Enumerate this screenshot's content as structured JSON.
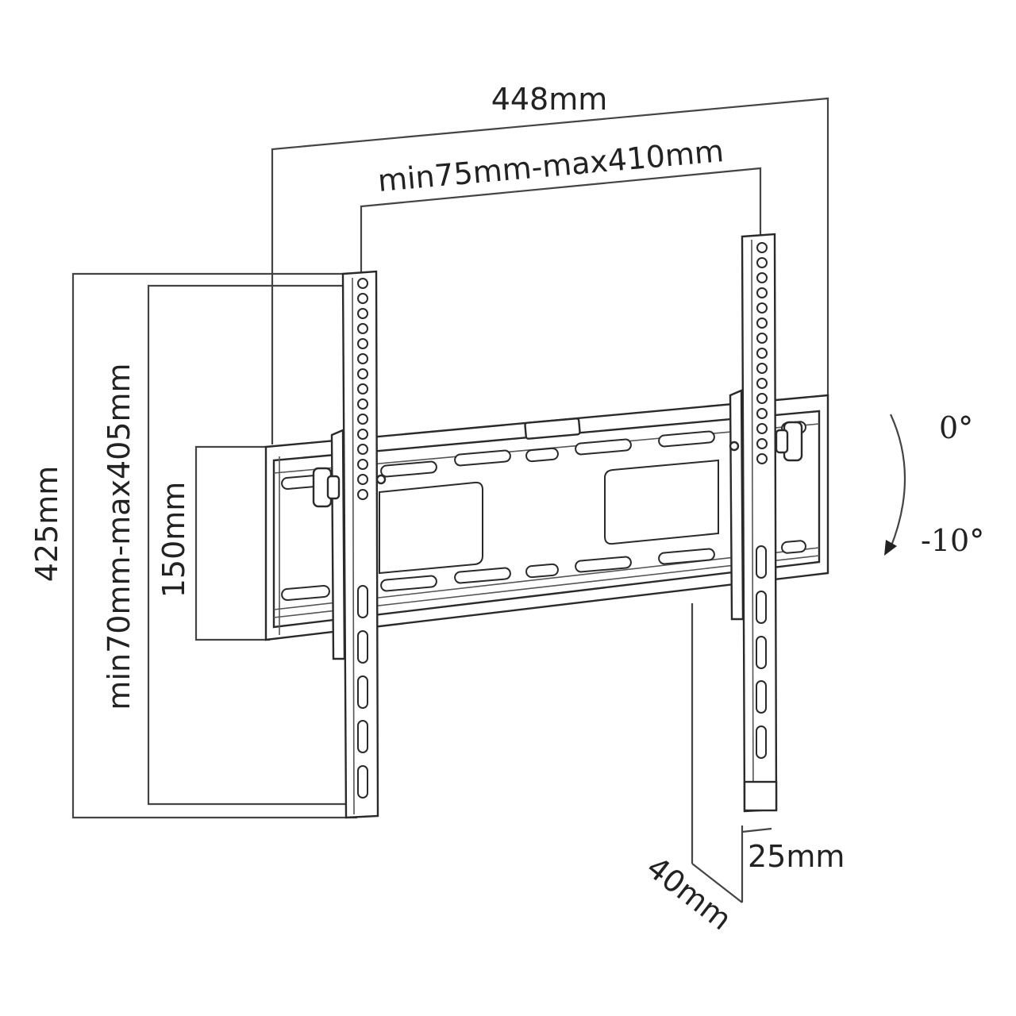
{
  "diagram": {
    "subject": "Tilting TV wall mount bracket",
    "dimensions": {
      "overall_width": "448mm",
      "vesa_horizontal": "min75mm-max410mm",
      "overall_height": "425mm",
      "vesa_vertical": "min70mm-max405mm",
      "wall_plate_height": "150mm",
      "profile_depth": "40mm",
      "arm_width": "25mm"
    },
    "tilt": {
      "start": "0°",
      "end": "-10°"
    },
    "colors": {
      "line": "#2a2a2a",
      "background": "#ffffff"
    }
  }
}
